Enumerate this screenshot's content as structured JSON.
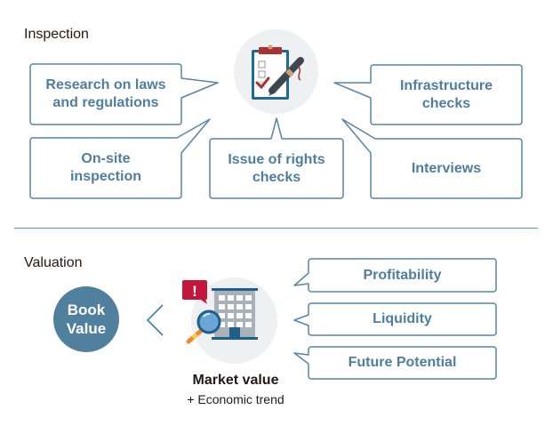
{
  "inspection": {
    "title": "Inspection",
    "center_icon": "clipboard-checklist-pen-icon",
    "items": [
      {
        "label": "Research on laws\nand regulations"
      },
      {
        "label": "On-site\ninspection"
      },
      {
        "label": "Issue of rights\nchecks"
      },
      {
        "label": "Infrastructure\nchecks"
      },
      {
        "label": "Interviews"
      }
    ]
  },
  "valuation": {
    "title": "Valuation",
    "book_value": "Book\nValue",
    "comparator_icon": "less-than-chevron-icon",
    "center_icon": "building-magnifier-alert-icon",
    "alert_mark": "!",
    "market_value": "Market value",
    "economic_trend": "+ Economic trend",
    "factors": [
      {
        "label": "Profitability"
      },
      {
        "label": "Liquidity"
      },
      {
        "label": "Future Potential"
      }
    ]
  },
  "colors": {
    "accent": "#51809f",
    "box_border": "#5785a5",
    "text_blue": "#4e7ea0",
    "alert_red": "#c3163c",
    "check_red": "#a83232",
    "divider": "#5f97b8"
  }
}
